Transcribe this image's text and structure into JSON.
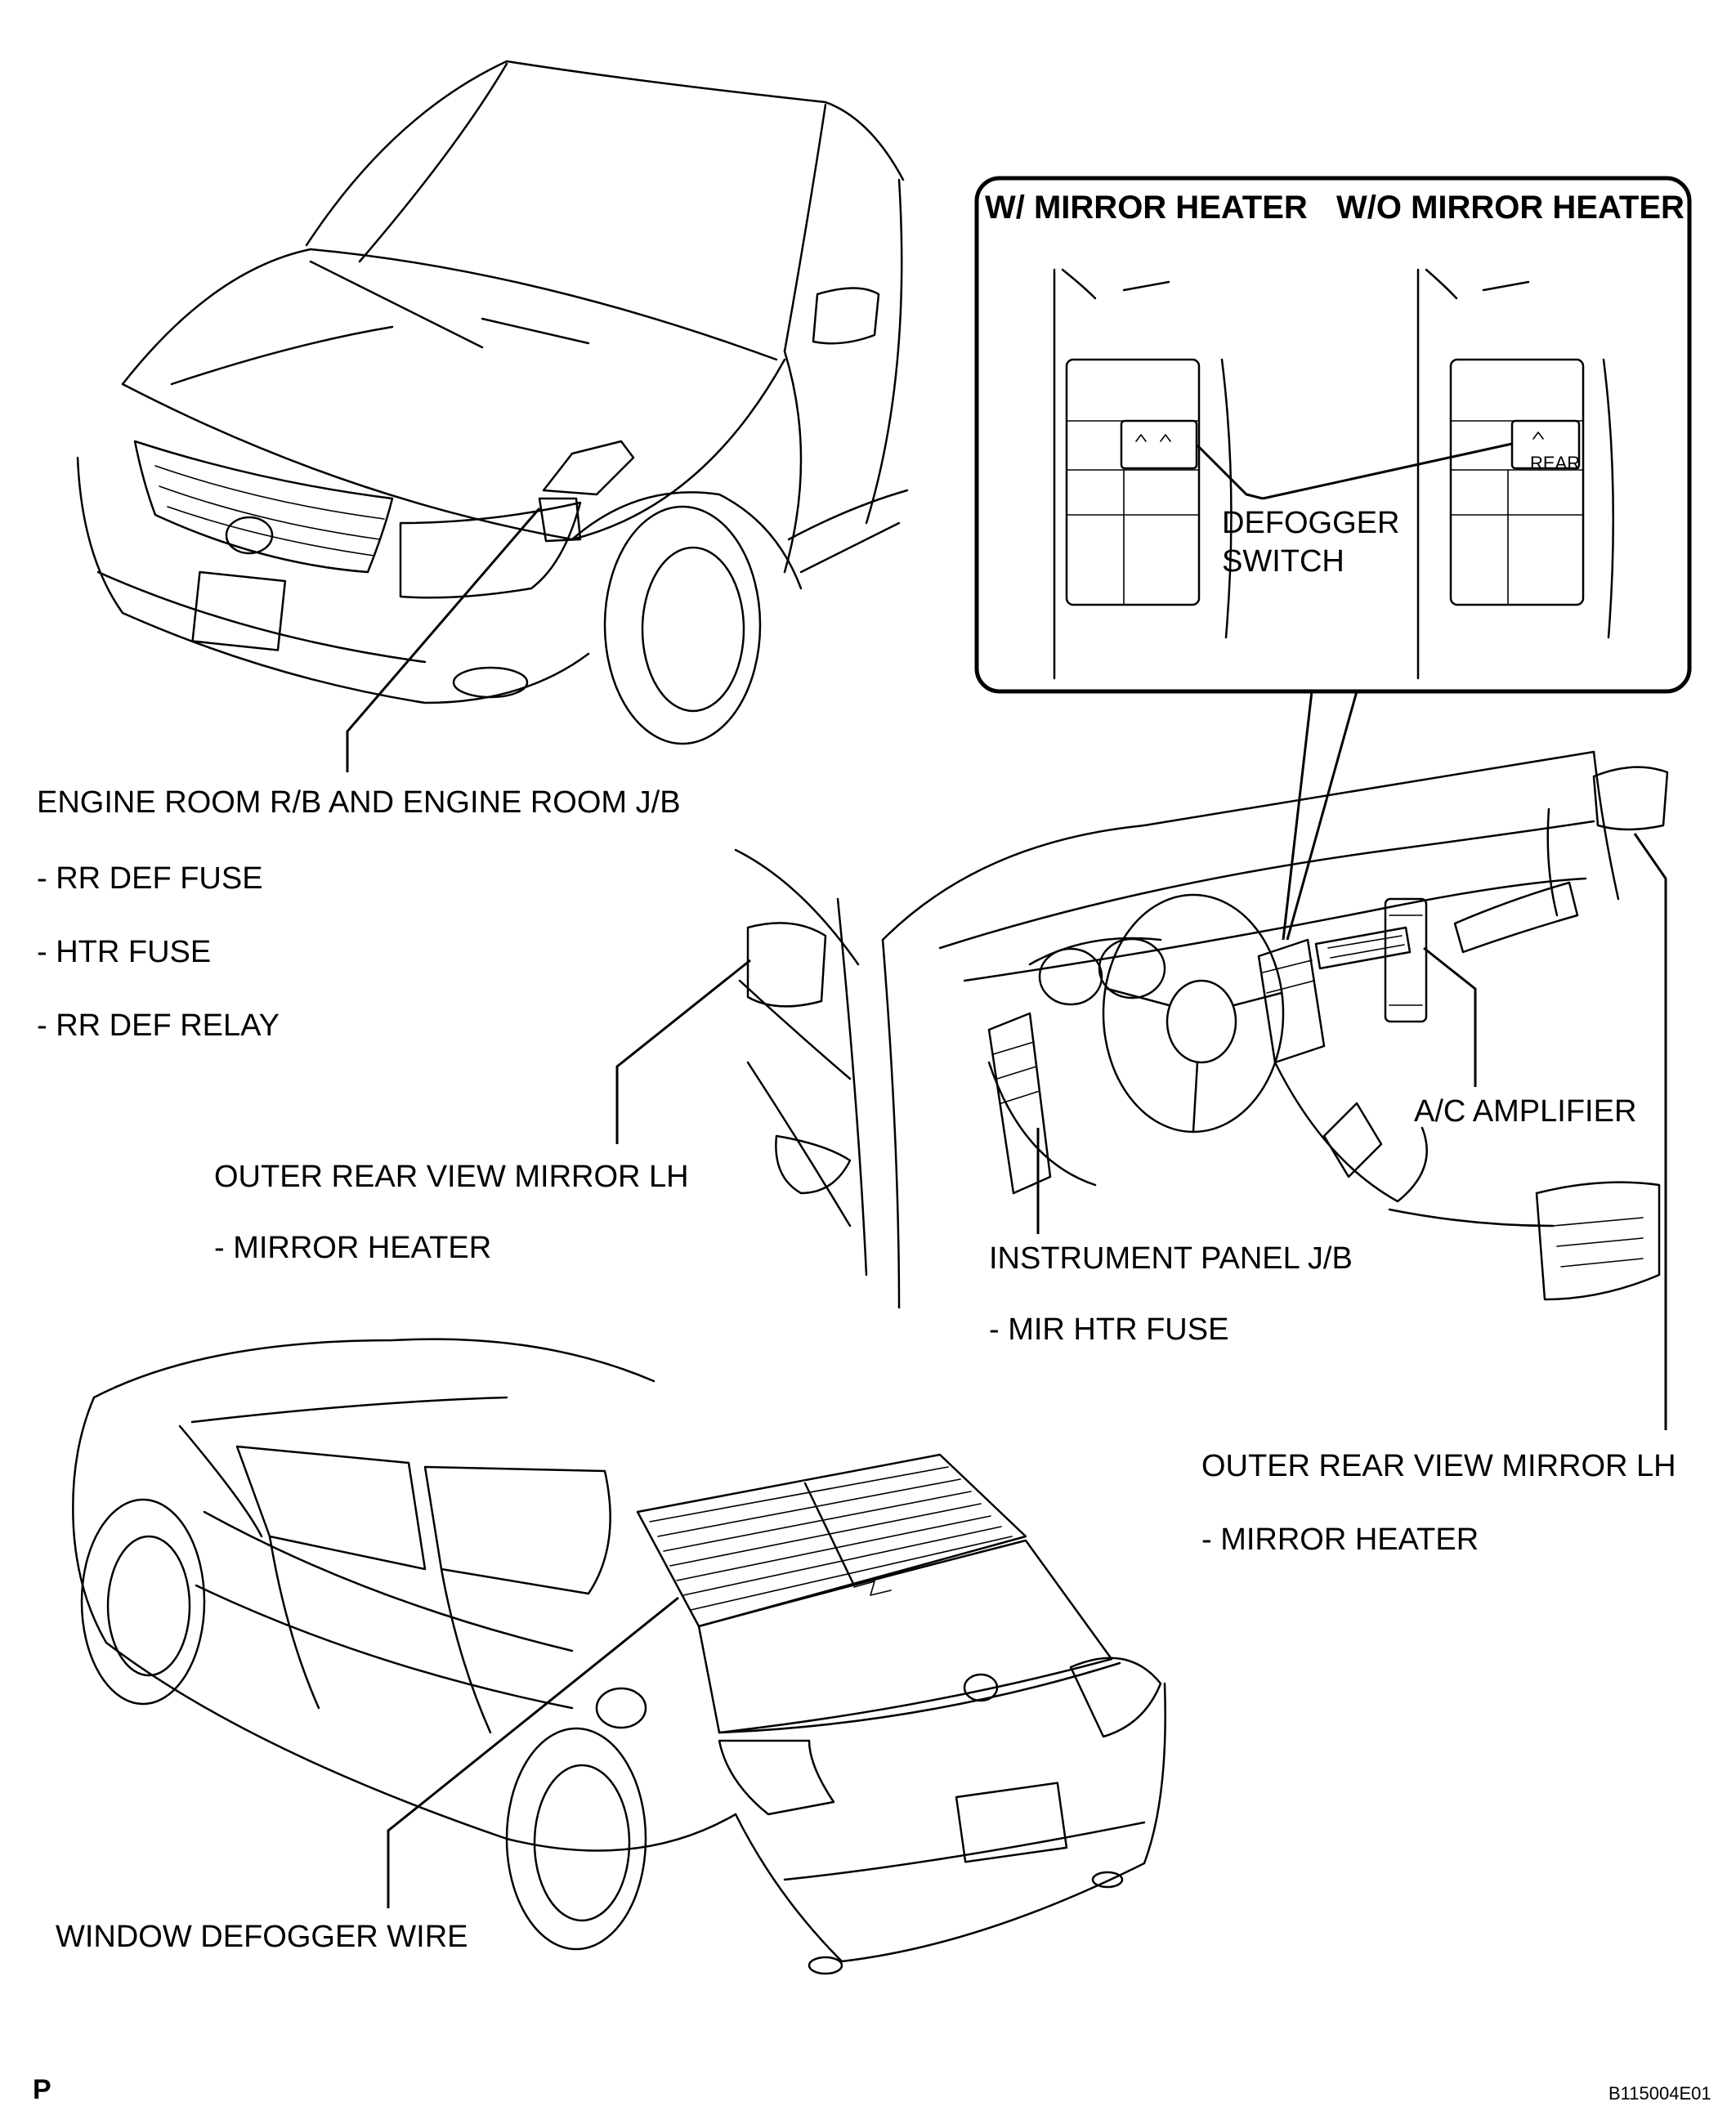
{
  "inset": {
    "header_left": "W/ MIRROR HEATER",
    "header_right": "W/O MIRROR HEATER",
    "switch_label_line1": "DEFOGGER",
    "switch_label_line2": "SWITCH",
    "switch_text_rear": "REAR"
  },
  "callouts": {
    "engine_room": "ENGINE ROOM R/B AND ENGINE ROOM J/B",
    "rr_def_fuse": "- RR DEF FUSE",
    "htr_fuse": "- HTR FUSE",
    "rr_def_relay": "- RR DEF RELAY",
    "mirror_left": "OUTER REAR VIEW MIRROR LH",
    "mirror_left_heater": "- MIRROR HEATER",
    "ac_amplifier": "A/C AMPLIFIER",
    "instrument_panel": "INSTRUMENT PANEL J/B",
    "mir_htr_fuse": "- MIR HTR FUSE",
    "mirror_right": "OUTER REAR VIEW MIRROR LH",
    "mirror_right_heater": "- MIRROR HEATER",
    "defogger_wire": "WINDOW DEFOGGER WIRE"
  },
  "corner": {
    "left": "P",
    "right": "B115004E01"
  }
}
